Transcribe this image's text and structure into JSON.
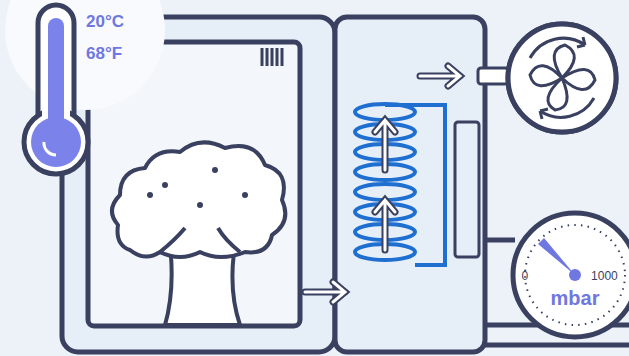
{
  "diagram": {
    "nodes": [
      {
        "text": [
          "0",
          "1000",
          "mbar"
        ]
      }
    ],
    "labels": [
      "20°C",
      "68°F"
    ]
  }
}
